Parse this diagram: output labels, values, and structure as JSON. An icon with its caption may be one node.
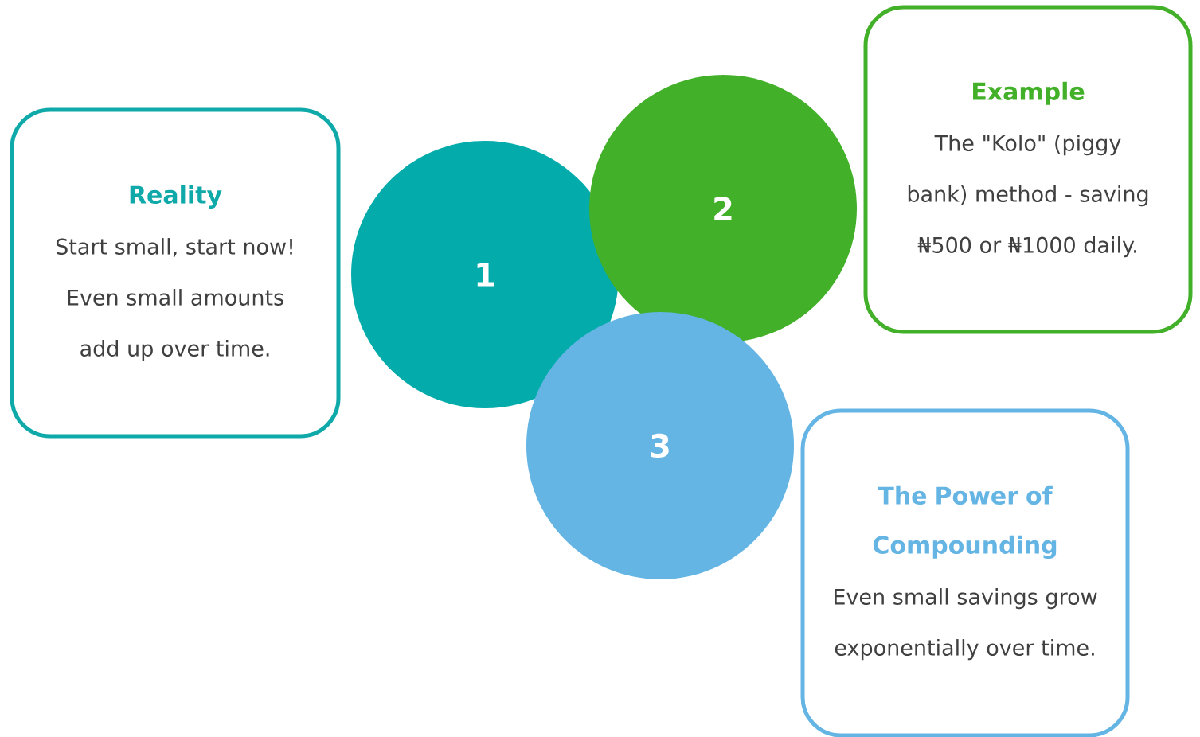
{
  "diagram": {
    "nodes": [
      {
        "text": [
          "Reality",
          "Start small, start now! Even small amounts add up over time."
        ]
      },
      {
        "text": [
          "1"
        ]
      },
      {
        "text": [
          "2"
        ]
      },
      {
        "text": [
          "3"
        ]
      },
      {
        "text": [
          "Example",
          "The \"Kolo\" (piggy bank) method - saving ₦500 or ₦1000 daily."
        ]
      },
      {
        "text": [
          "The Power of Compounding",
          "Even small savings grow exponentially over time."
        ]
      }
    ]
  }
}
